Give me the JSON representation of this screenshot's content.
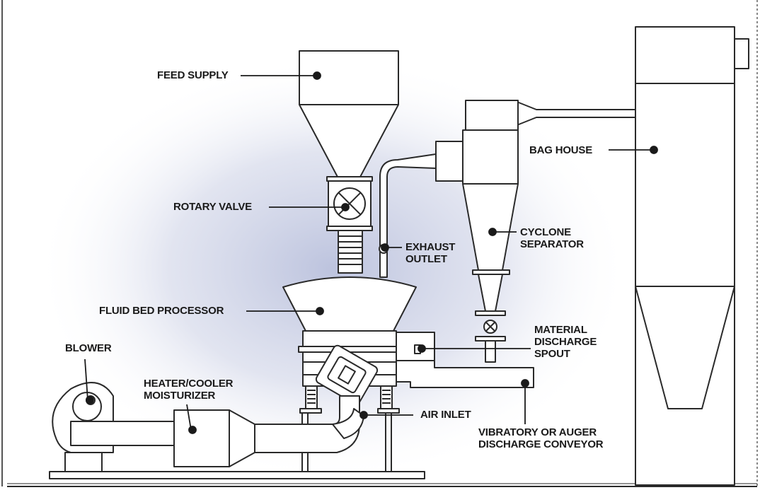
{
  "labels": {
    "feed_supply": "FEED SUPPLY",
    "rotary_valve": "ROTARY VALVE",
    "fluid_bed_processor": "FLUID BED PROCESSOR",
    "blower": "BLOWER",
    "heater_cooler": [
      "HEATER/COOLER",
      "MOISTURIZER"
    ],
    "exhaust_outlet": [
      "EXHAUST",
      "OUTLET"
    ],
    "cyclone_separator": [
      "CYCLONE",
      "SEPARATOR"
    ],
    "bag_house": "BAG HOUSE",
    "material_discharge_spout": [
      "MATERIAL",
      "DISCHARGE",
      "SPOUT"
    ],
    "air_inlet": "AIR INLET",
    "discharge_conveyor": [
      "VIBRATORY OR AUGER",
      "DISCHARGE CONVEYOR"
    ]
  },
  "colors": {
    "line": "#2a2a2a",
    "fill": "#ffffff",
    "glow": "#cdd3e6",
    "text": "#1a1a1a"
  }
}
